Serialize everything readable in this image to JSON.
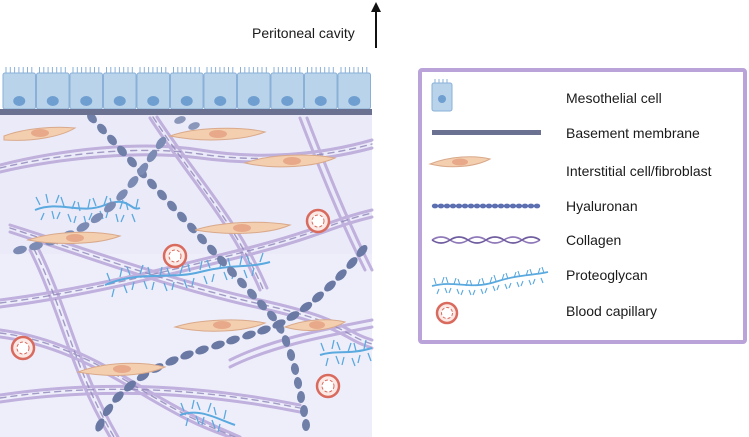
{
  "header": {
    "cavity_label": "Peritoneal cavity"
  },
  "legend": {
    "items": [
      {
        "key": "mesothelial",
        "label": "Mesothelial cell",
        "icon": "mesothelial-cell-icon"
      },
      {
        "key": "basement",
        "label": "Basement membrane",
        "icon": "basement-membrane-icon"
      },
      {
        "key": "fibroblast",
        "label": "Interstitial cell/fibroblast",
        "icon": "fibroblast-icon"
      },
      {
        "key": "hyaluronan",
        "label": "Hyaluronan",
        "icon": "hyaluronan-icon"
      },
      {
        "key": "collagen",
        "label": "Collagen",
        "icon": "collagen-icon"
      },
      {
        "key": "proteoglycan",
        "label": "Proteoglycan",
        "icon": "proteoglycan-icon"
      },
      {
        "key": "capillary",
        "label": "Blood capillary",
        "icon": "blood-capillary-icon"
      }
    ]
  },
  "colors": {
    "mesothelial_fill": "#b9d3ea",
    "mesothelial_nucleus": "#6f9fd1",
    "basement": "#6b7291",
    "fibroblast": "#f3cfb0",
    "fibroblast_nucleus": "#e7a98a",
    "hyaluronan": "#6f7fa8",
    "collagen": "#b8a6d8",
    "proteoglycan": "#5aa9df",
    "capillary": "#d96a5e",
    "tissue_bg": "#eeeefb",
    "legend_border": "#b9a3d9"
  }
}
